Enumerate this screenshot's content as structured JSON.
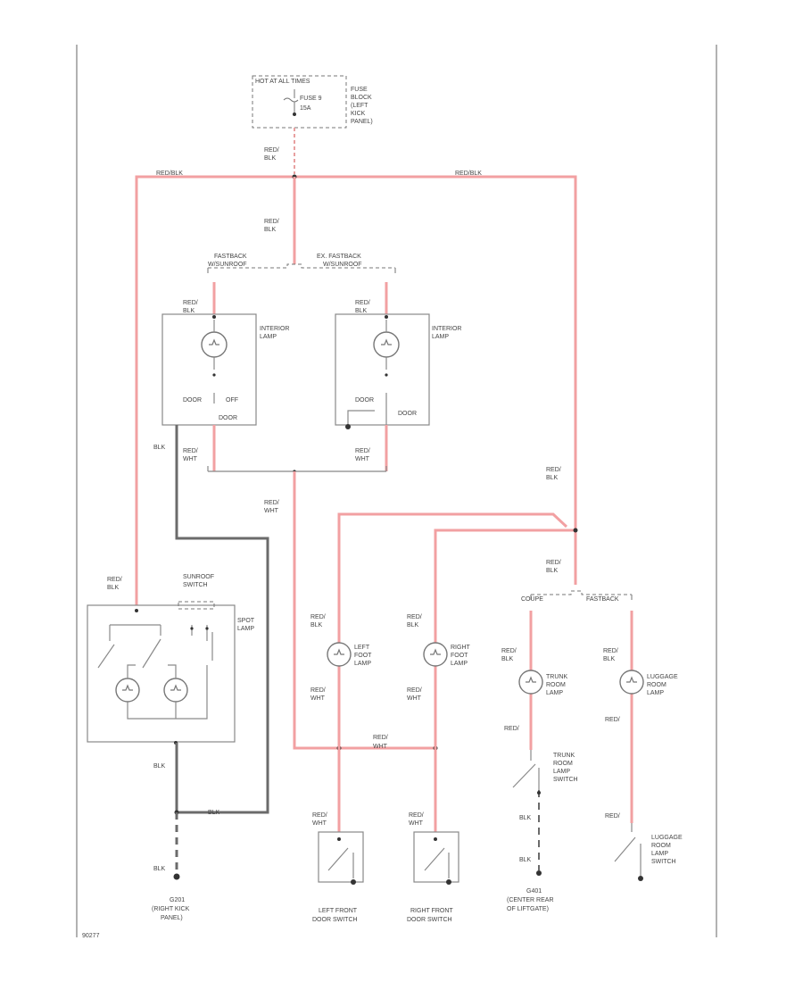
{
  "fuse": {
    "supply_label": "HOT AT ALL TIMES",
    "fuse_label": "FUSE 9",
    "fuse_rating": "15A",
    "location": [
      "FUSE",
      "BLOCK",
      "(LEFT",
      "KICK",
      "PANEL)"
    ]
  },
  "wires": {
    "red_blk": "RED/BLK",
    "red_blk_stack": [
      "RED/",
      "BLK"
    ],
    "red_wht_stack": [
      "RED/",
      "WHT"
    ],
    "blk": "BLK"
  },
  "variants": {
    "fastback": [
      "FASTBACK",
      "W/SUNROOF"
    ],
    "ex_fastback": [
      "EX. FASTBACK",
      "W/SUNROOF"
    ],
    "coupe": "COUPE",
    "fastback_short": "FASTBACK"
  },
  "interior_lamp": {
    "label": [
      "INTERIOR",
      "LAMP"
    ],
    "door": "DOOR",
    "off": "OFF",
    "door_bottom": "DOOR"
  },
  "sunroof": {
    "switch_label": [
      "SUNROOF",
      "SWITCH"
    ],
    "spot_label": [
      "SPOT",
      "LAMP"
    ]
  },
  "lamps": {
    "left_foot": [
      "LEFT",
      "FOOT",
      "LAMP"
    ],
    "right_foot": [
      "RIGHT",
      "FOOT",
      "LAMP"
    ],
    "trunk_room": [
      "TRUNK",
      "ROOM",
      "LAMP"
    ],
    "luggage_room": [
      "LUGGAGE",
      "ROOM",
      "LAMP"
    ]
  },
  "switches": {
    "trunk": [
      "TRUNK",
      "ROOM",
      "LAMP",
      "SWITCH"
    ],
    "luggage": [
      "LUGGAGE",
      "ROOM",
      "LAMP",
      "SWITCH"
    ],
    "left_door": [
      "LEFT FRONT",
      "DOOR SWITCH"
    ],
    "right_door": [
      "RIGHT FRONT",
      "DOOR SWITCH"
    ]
  },
  "grounds": {
    "g201": [
      "G201",
      "(RIGHT KICK",
      "PANEL)"
    ],
    "g401": [
      "G401",
      "(CENTER REAR",
      "OF LIFTGATE)"
    ]
  },
  "figure_id": "90277"
}
